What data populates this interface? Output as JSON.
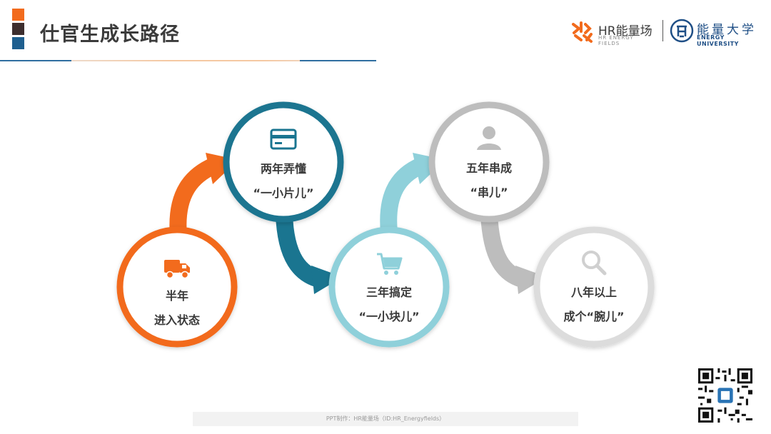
{
  "header": {
    "title": "仕官生成长路径",
    "accent_colors": [
      "#f26b1d",
      "#3d2e2e",
      "#1f5f8f"
    ]
  },
  "logos": {
    "hr_text": "HR能量场",
    "hr_sub": "HR ENERGY FIELDS",
    "uni_cn": "能量大学",
    "uni_en": "ENERGY UNIVERSITY"
  },
  "stages": [
    {
      "title": "半年",
      "subtitle": "进入状态",
      "icon": "truck-icon",
      "color": "#f26b1d"
    },
    {
      "title": "两年弄懂",
      "subtitle": "“一小片儿”",
      "icon": "card-icon",
      "color": "#1a7590"
    },
    {
      "title": "三年搞定",
      "subtitle": "“一小块儿”",
      "icon": "cart-icon",
      "color": "#8fd0da"
    },
    {
      "title": "五年串成",
      "subtitle": "“串儿”",
      "icon": "person-icon",
      "color": "#bdbdbd"
    },
    {
      "title": "八年以上",
      "subtitle": "成个“腕儿”",
      "icon": "search-icon",
      "color": "#d9d9d9"
    }
  ],
  "footer": {
    "text": "PPT制作：HR能量场（ID:HR_Energyfields）"
  }
}
